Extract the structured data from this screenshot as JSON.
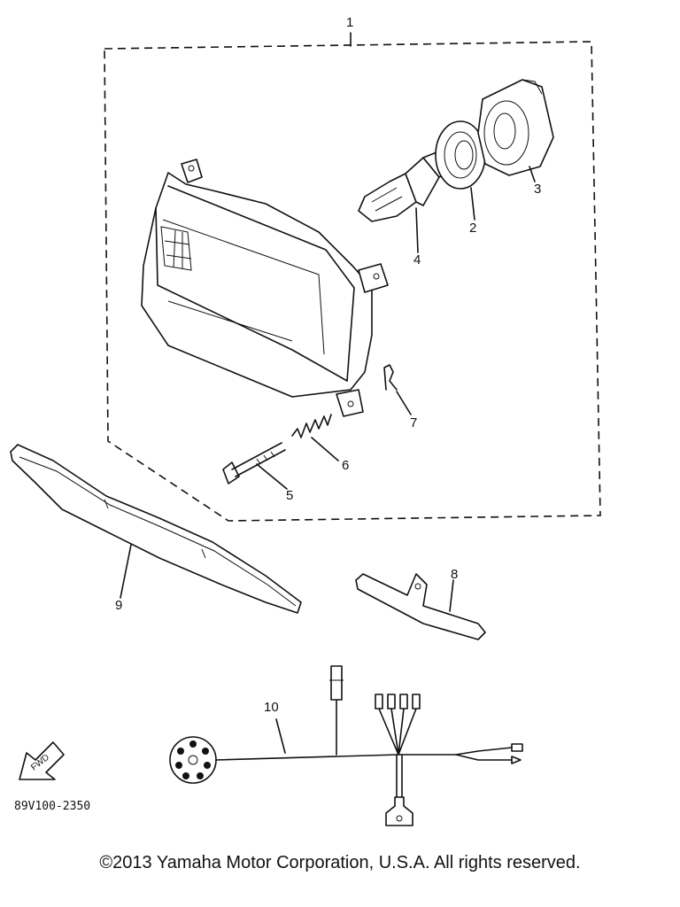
{
  "diagram": {
    "callouts": [
      "1",
      "2",
      "3",
      "4",
      "5",
      "6",
      "7",
      "8",
      "9",
      "10"
    ],
    "fwd_label": "FWD",
    "drawing_code": "89V100-2350"
  },
  "footer": {
    "copyright": "©2013 Yamaha Motor Corporation, U.S.A. All rights reserved."
  }
}
